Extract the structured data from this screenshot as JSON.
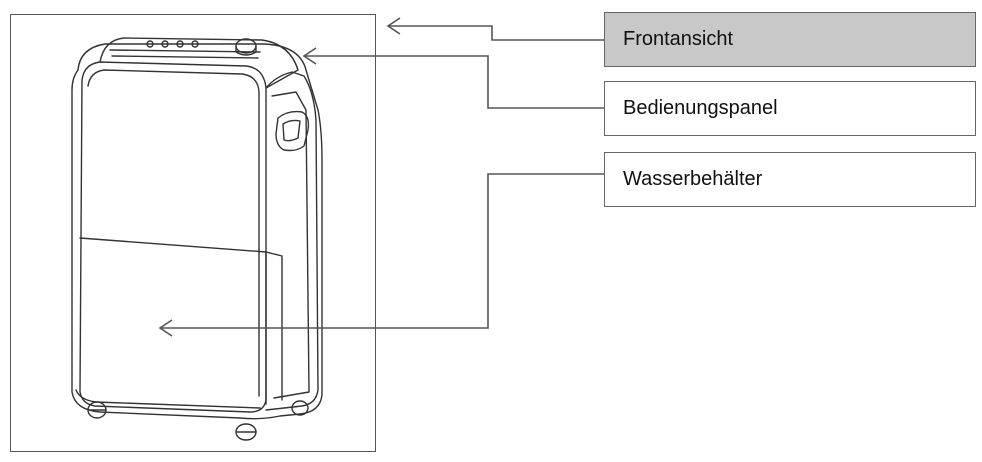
{
  "labels": [
    {
      "text": "Frontansicht",
      "highlighted": true
    },
    {
      "text": "Bedienungspanel",
      "highlighted": false
    },
    {
      "text": "Wasserbehälter",
      "highlighted": false
    }
  ],
  "colors": {
    "highlight": "#c8c8c8",
    "line": "#555555"
  }
}
